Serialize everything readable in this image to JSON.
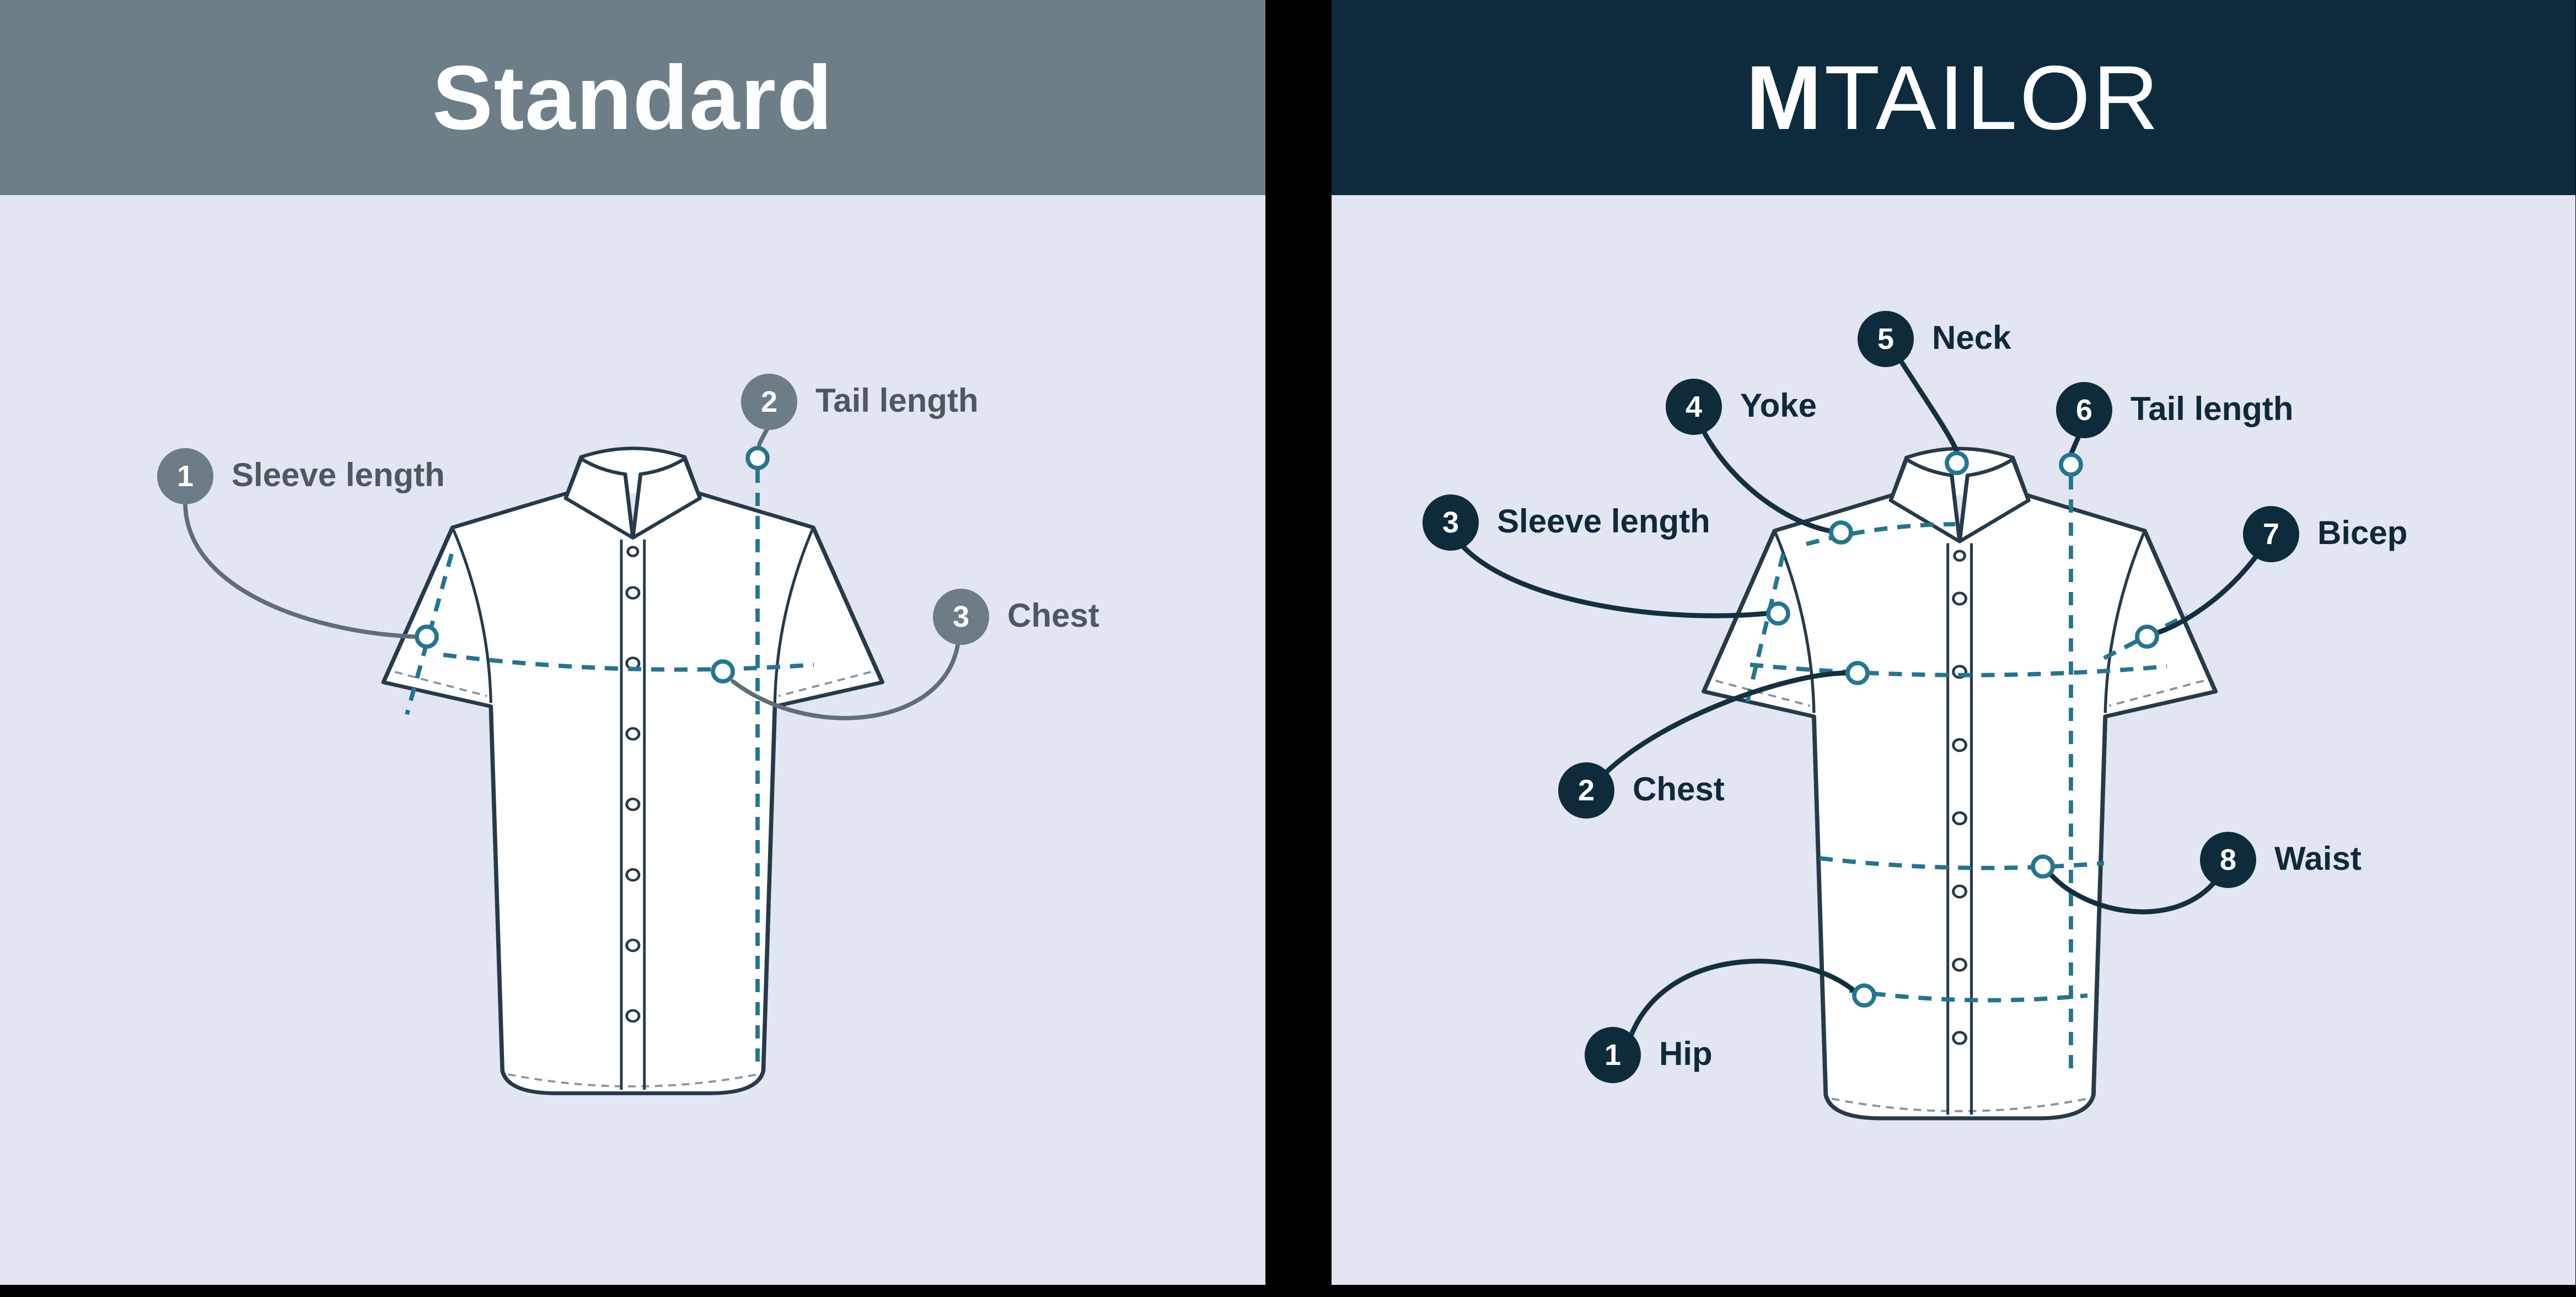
{
  "left_panel": {
    "title": "Standard",
    "callouts": [
      {
        "number": "1",
        "label": "Sleeve length"
      },
      {
        "number": "2",
        "label": "Tail length"
      },
      {
        "number": "3",
        "label": "Chest"
      }
    ]
  },
  "right_panel": {
    "brand": {
      "bold": "M",
      "rest": "TAILOR"
    },
    "callouts": [
      {
        "number": "1",
        "label": "Hip"
      },
      {
        "number": "2",
        "label": "Chest"
      },
      {
        "number": "3",
        "label": "Sleeve length"
      },
      {
        "number": "4",
        "label": "Yoke"
      },
      {
        "number": "5",
        "label": "Neck"
      },
      {
        "number": "6",
        "label": "Tail length"
      },
      {
        "number": "7",
        "label": "Bicep"
      },
      {
        "number": "8",
        "label": "Waist"
      }
    ]
  },
  "colors": {
    "left_header": "#6e7e89",
    "right_header": "#0d2b3c",
    "panel_background": "#e2e6f2",
    "measurement_dash": "#26748e",
    "left_badge": "#6d7c87",
    "right_badge": "#0e2b3c",
    "divider": "#000000",
    "title_text": "#ffffff"
  }
}
